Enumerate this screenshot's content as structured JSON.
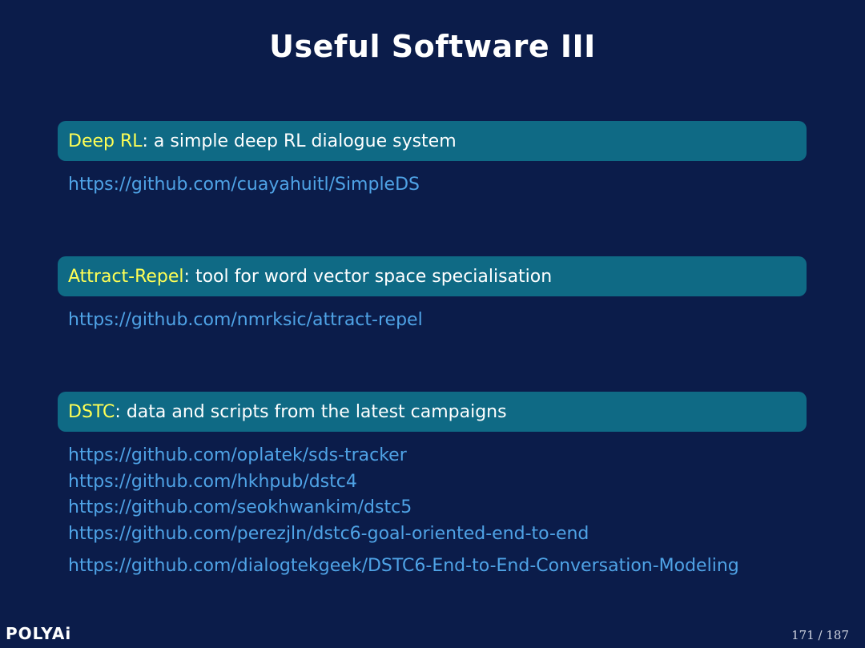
{
  "slide": {
    "title": "Useful Software III"
  },
  "blocks": [
    {
      "name": "Deep RL",
      "sep": ":",
      "description": " a simple deep RL dialogue system",
      "links": [
        "https://github.com/cuayahuitl/SimpleDS"
      ]
    },
    {
      "name": "Attract-Repel",
      "sep": ":",
      "description": " tool for word vector space specialisation",
      "links": [
        "https://github.com/nmrksic/attract-repel"
      ]
    },
    {
      "name": "DSTC",
      "sep": ":",
      "description": " data and scripts from the latest campaigns",
      "links": [
        "https://github.com/oplatek/sds-tracker",
        "https://github.com/hkhpub/dstc4",
        "https://github.com/seokhwankim/dstc5",
        "https://github.com/perezjln/dstc6-goal-oriented-end-to-end",
        "https://github.com/dialogtekgeek/DSTC6-End-to-End-Conversation-Modeling"
      ]
    }
  ],
  "footer": {
    "logo": "POLYAi",
    "page": "171 / 187"
  },
  "colors": {
    "background": "#0b1c4a",
    "block_header": "#0f6a85",
    "highlight": "#ffff55",
    "link": "#4fa3e6"
  }
}
